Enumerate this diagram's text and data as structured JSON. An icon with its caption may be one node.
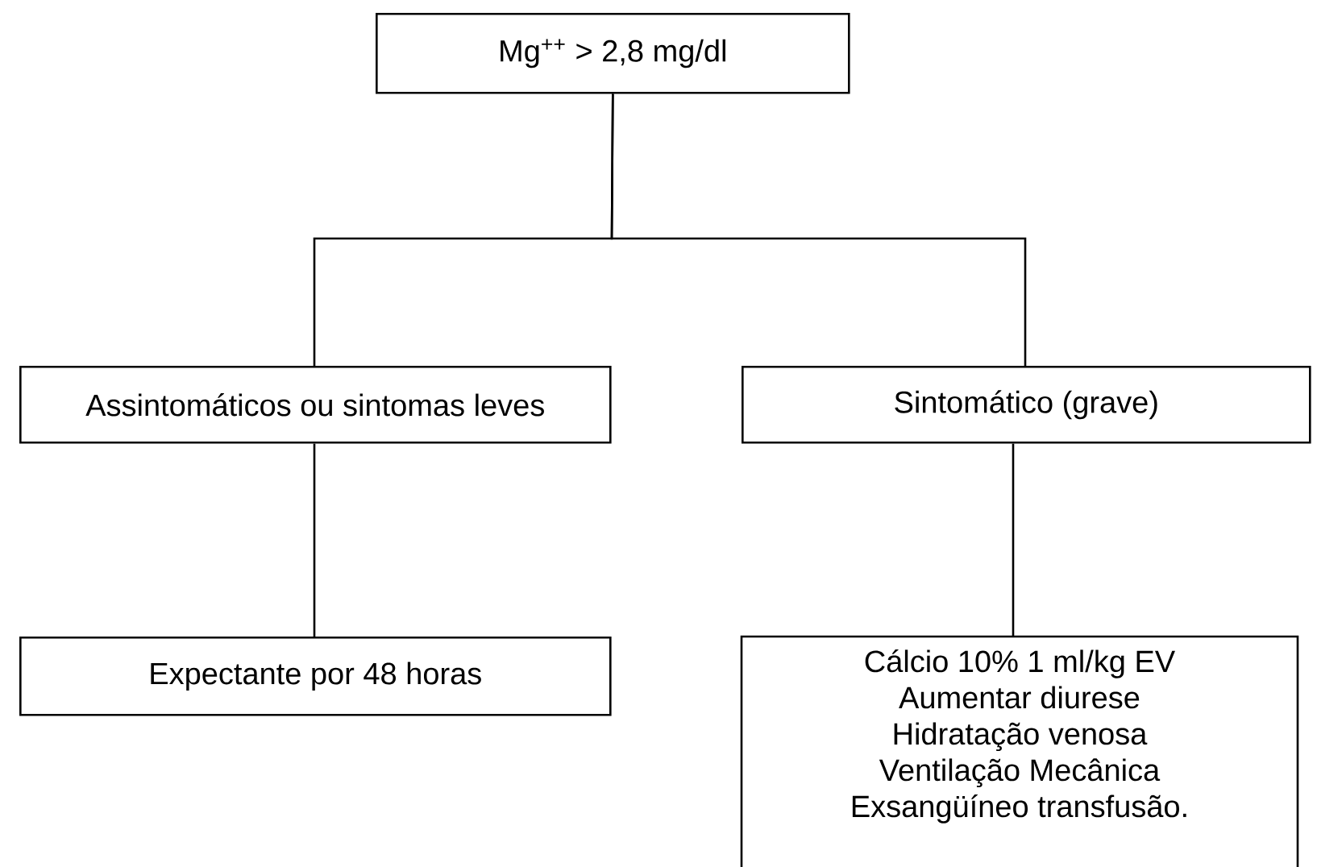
{
  "diagram": {
    "nodes": [
      {
        "text": [
          "Mg$^{++}$ > 2,8 mg/dl"
        ]
      },
      {
        "text": [
          "Assintomáticos ou sintomas leves"
        ]
      },
      {
        "text": [
          "Sintomático (grave)"
        ]
      },
      {
        "text": [
          "Expectante por 48 horas"
        ]
      },
      {
        "text": [
          "Cálcio 10% 1 ml/kg EV",
          "Aumentar diurese",
          "Hidratação venosa",
          "Ventilação Mecânica",
          "Exsangüíneo transfusão."
        ]
      }
    ],
    "edges": [
      {
        "from": 0,
        "to": 1,
        "arrow": "none"
      },
      {
        "from": 0,
        "to": 2,
        "arrow": "none"
      },
      {
        "from": 1,
        "to": 3,
        "arrow": "none"
      },
      {
        "from": 2,
        "to": 4,
        "arrow": "none"
      }
    ]
  }
}
